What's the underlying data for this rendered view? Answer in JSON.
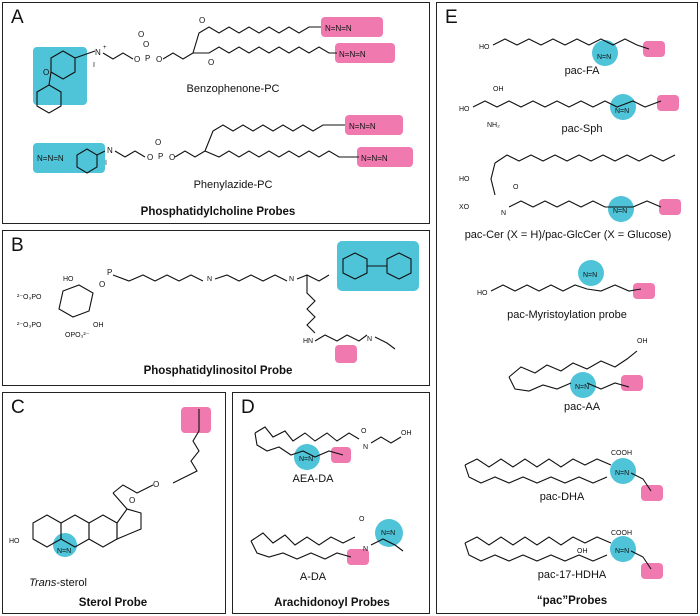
{
  "panels": {
    "A": {
      "letter": "A",
      "caption_1": "Benzophenone-PC",
      "caption_2": "Phenylazide-PC",
      "title": "Phosphatidylcholine Probes"
    },
    "B": {
      "letter": "B",
      "title": "Phosphatidylinositol Probe"
    },
    "C": {
      "letter": "C",
      "caption_italic": "Trans",
      "caption_rest": "-sterol",
      "title": "Sterol Probe"
    },
    "D": {
      "letter": "D",
      "caption_1": "AEA-DA",
      "caption_2": "A-DA",
      "title": "Arachidonoyl Probes"
    },
    "E": {
      "letter": "E",
      "captions": [
        "pac-FA",
        "pac-Sph",
        "pac-Cer (X = H)/pac-GlcCer (X = Glucose)",
        "pac-Myristoylation probe",
        "pac-AA",
        "pac-DHA",
        "pac-17-HDHA"
      ],
      "title": "“pac”Probes"
    }
  },
  "colors": {
    "photoreactive_highlight": "#4fc4d8",
    "click_handle_highlight": "#f07ab0",
    "border": "#222222"
  }
}
